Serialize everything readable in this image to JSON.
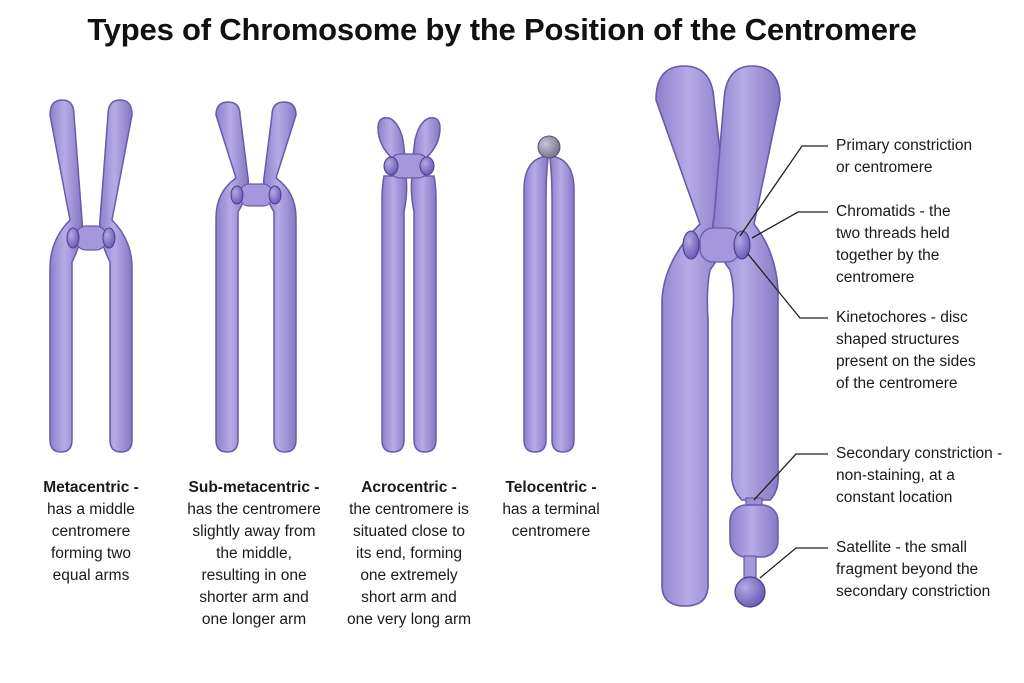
{
  "title": "Types of Chromosome by the Position of the Centromere",
  "types": [
    {
      "name": "Metacentric -",
      "lines": [
        "has a middle",
        "centromere",
        "forming two",
        "equal arms"
      ]
    },
    {
      "name": "Sub-metacentric -",
      "lines": [
        "has the centromere",
        "slightly away from",
        "the middle,",
        "resulting in one",
        "shorter arm and",
        "one longer arm"
      ]
    },
    {
      "name": "Acrocentric -",
      "lines": [
        "the centromere is",
        "situated close to",
        "its end, forming",
        "one extremely",
        "short arm and",
        "one very long arm"
      ]
    },
    {
      "name": "Telocentric -",
      "lines": [
        "has a terminal",
        "centromere"
      ]
    }
  ],
  "parts": [
    {
      "lines": [
        "Primary constriction",
        "or centromere"
      ]
    },
    {
      "lines": [
        "Chromatids - the",
        "two threads held",
        "together by the",
        "centromere"
      ]
    },
    {
      "lines": [
        "Kinetochores - disc",
        "shaped structures",
        "present on the sides",
        "of the centromere"
      ]
    },
    {
      "lines": [
        "Secondary constriction -",
        "non-staining, at a",
        "constant location"
      ]
    },
    {
      "lines": [
        "Satellite - the small",
        "fragment beyond the",
        "secondary constriction"
      ]
    }
  ],
  "colors": {
    "chromatid_fill": "#a597dc",
    "chromatid_stroke": "#6a5aa8",
    "kinetochore_fill": "#7f6dc8",
    "telomere_fill": "#8c86a8",
    "leader_line": "#222222"
  }
}
